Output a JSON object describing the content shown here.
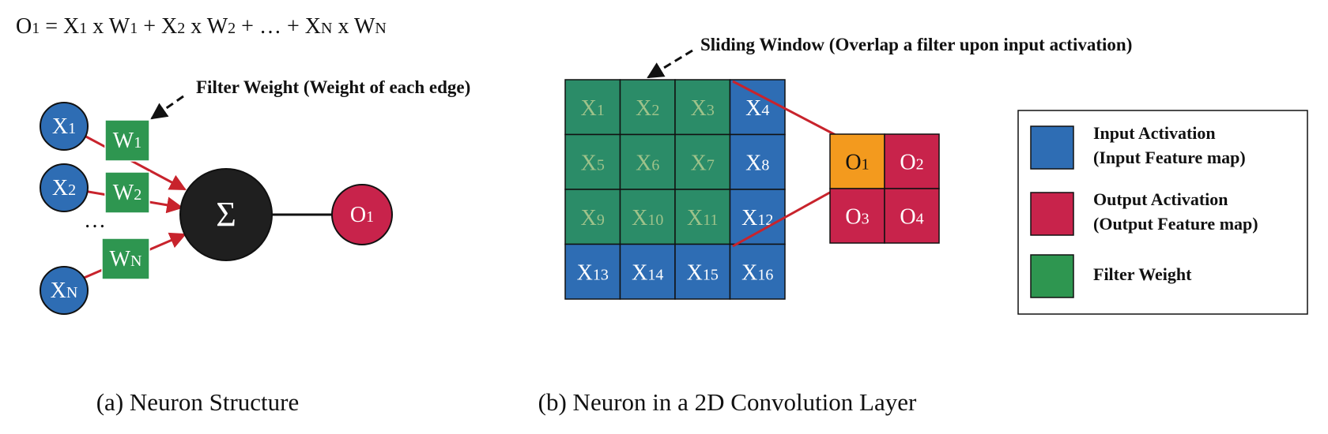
{
  "formula": {
    "o": "O",
    "o_sub": "1",
    "t1": "X",
    "t1s": "1",
    "w1": "W",
    "w1s": "1",
    "t2": "X",
    "t2s": "2",
    "w2": "W",
    "w2s": "2",
    "tn": "X",
    "tns": "N",
    "wn": "W",
    "wns": "N",
    "eq": " = ",
    "times": " x ",
    "plus": " + ",
    "ellipsis": "…"
  },
  "neuron": {
    "inputs": [
      {
        "base": "X",
        "sub": "1"
      },
      {
        "base": "X",
        "sub": "2"
      },
      {
        "base": "X",
        "sub": "N"
      }
    ],
    "weights": [
      {
        "base": "W",
        "sub": "1"
      },
      {
        "base": "W",
        "sub": "2"
      },
      {
        "base": "W",
        "sub": "N"
      }
    ],
    "ellipsis": "…",
    "sum_symbol": "Σ",
    "output": {
      "base": "O",
      "sub": "1"
    },
    "filter_annotation": "Filter Weight (Weight of each edge)",
    "caption": "(a) Neuron Structure"
  },
  "conv": {
    "input_grid": [
      {
        "base": "X",
        "sub": "1",
        "kind": "filter"
      },
      {
        "base": "X",
        "sub": "2",
        "kind": "filter"
      },
      {
        "base": "X",
        "sub": "3",
        "kind": "filter"
      },
      {
        "base": "X",
        "sub": "4",
        "kind": "input"
      },
      {
        "base": "X",
        "sub": "5",
        "kind": "filter"
      },
      {
        "base": "X",
        "sub": "6",
        "kind": "filter"
      },
      {
        "base": "X",
        "sub": "7",
        "kind": "filter"
      },
      {
        "base": "X",
        "sub": "8",
        "kind": "input"
      },
      {
        "base": "X",
        "sub": "9",
        "kind": "filter"
      },
      {
        "base": "X",
        "sub": "10",
        "kind": "filter"
      },
      {
        "base": "X",
        "sub": "11",
        "kind": "filter"
      },
      {
        "base": "X",
        "sub": "12",
        "kind": "input"
      },
      {
        "base": "X",
        "sub": "13",
        "kind": "input"
      },
      {
        "base": "X",
        "sub": "14",
        "kind": "input"
      },
      {
        "base": "X",
        "sub": "15",
        "kind": "input"
      },
      {
        "base": "X",
        "sub": "16",
        "kind": "input"
      }
    ],
    "output_grid": [
      {
        "base": "O",
        "sub": "1",
        "kind": "active"
      },
      {
        "base": "O",
        "sub": "2",
        "kind": "output"
      },
      {
        "base": "O",
        "sub": "3",
        "kind": "output"
      },
      {
        "base": "O",
        "sub": "4",
        "kind": "output"
      }
    ],
    "window_annotation": "Sliding Window (Overlap a filter upon input activation)",
    "caption": "(b) Neuron in a 2D Convolution Layer"
  },
  "legend": {
    "items": [
      {
        "kind": "input",
        "line1": "Input Activation",
        "line2": "(Input Feature map)"
      },
      {
        "kind": "output",
        "line1": "Output Activation",
        "line2": "(Output Feature map)"
      },
      {
        "kind": "filter",
        "line1": "Filter Weight",
        "line2": ""
      }
    ]
  },
  "colors": {
    "input": "#2e6db4",
    "output": "#c8234b",
    "filter": "#2e9650",
    "filter_cell": "#2b8c68",
    "filter_text": "#9ec28a",
    "active": "#f39a1e",
    "sum": "#1f1f1f",
    "arrow": "#c8232c",
    "stroke": "#111111"
  }
}
